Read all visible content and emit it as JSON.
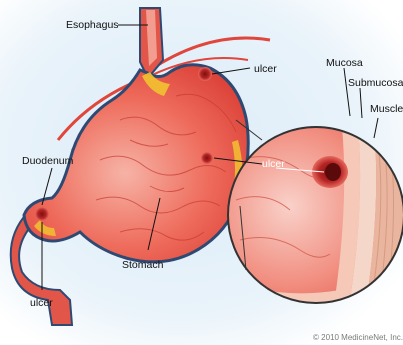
{
  "labels": {
    "esophagus": "Esophagus",
    "ulcer_top": "ulcer",
    "duodenum": "Duodenum",
    "ulcer_left": "ulcer",
    "stomach": "Stomach",
    "ulcer_mid": "ulcer",
    "mucosa": "Mucosa",
    "submucosa": "Submucosa",
    "muscle": "Muscle"
  },
  "copyright": "© 2010 MedicineNet, Inc.",
  "colors": {
    "background_glow": "#cde4f4",
    "stomach_fill": "#e8443c",
    "stomach_inner": "#f2a8a0",
    "outline": "#2f4a72",
    "accent_yellow": "#f2c230",
    "inset_border": "#333333"
  }
}
